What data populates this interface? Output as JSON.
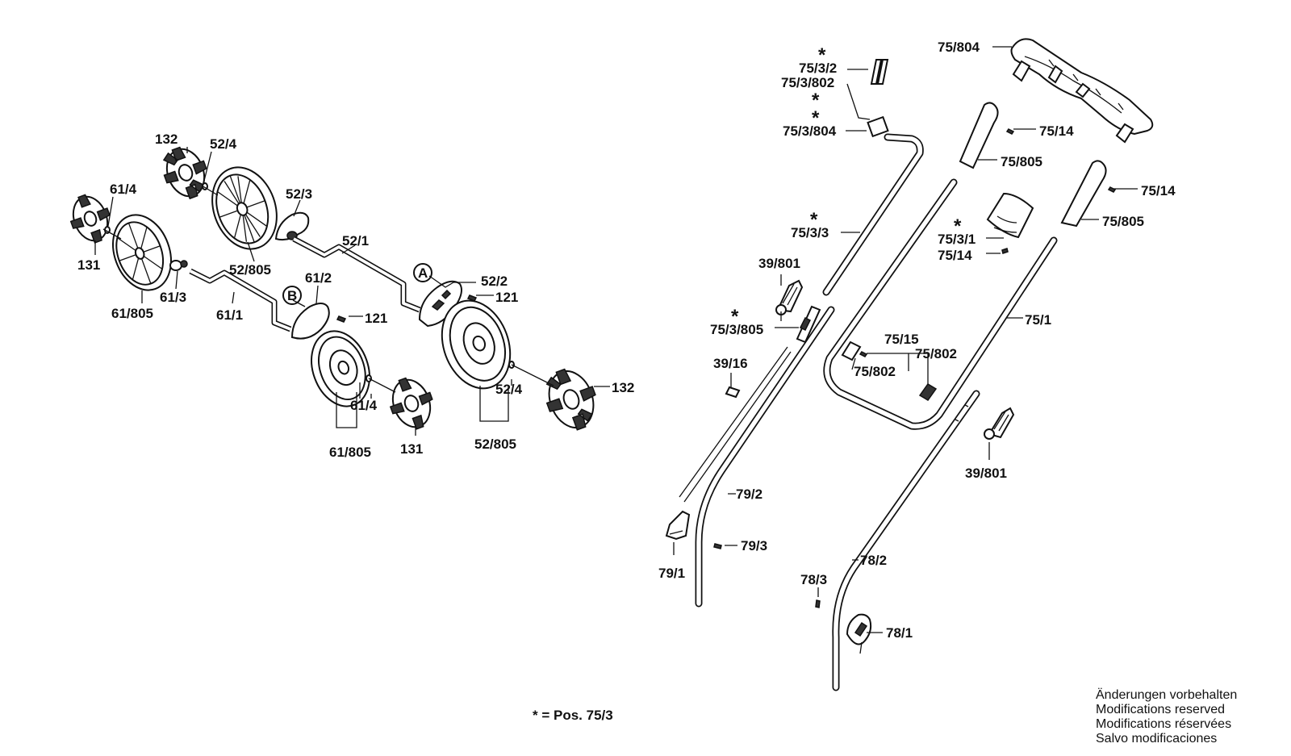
{
  "labels": {
    "l_132a": "132",
    "l_524a": "52/4",
    "l_614a": "61/4",
    "l_523": "52/3",
    "l_131a": "131",
    "l_521": "52/1",
    "l_52805a": "52/805",
    "l_A": "A",
    "l_522": "52/2",
    "l_612": "61/2",
    "l_121a": "121",
    "l_613": "61/3",
    "l_B": "B",
    "l_121b": "121",
    "l_61805a": "61/805",
    "l_611": "61/1",
    "l_132b": "132",
    "l_524b": "52/4",
    "l_614b": "61/4",
    "l_61805b": "61/805",
    "l_131b": "131",
    "l_52805b": "52/805",
    "l_7532": "75/3/2",
    "l_753802": "75/3/802",
    "l_753804": "75/3/804",
    "l_75804": "75/804",
    "l_7514a": "75/14",
    "l_75805a": "75/805",
    "l_7514b": "75/14",
    "l_75805b": "75/805",
    "l_7533": "75/3/3",
    "l_7531": "75/3/1",
    "l_7514c": "75/14",
    "l_39801a": "39/801",
    "l_751": "75/1",
    "l_753805": "75/3/805",
    "l_7515": "75/15",
    "l_75802a": "75/802",
    "l_75802b": "75/802",
    "l_3916": "39/16",
    "l_39801b": "39/801",
    "l_792": "79/2",
    "l_793": "79/3",
    "l_791": "79/1",
    "l_783": "78/3",
    "l_782": "78/2",
    "l_781": "78/1"
  },
  "asterisk": "*",
  "legend": "* = Pos. 75/3",
  "notes": [
    "Änderungen vorbehalten",
    "Modifications reserved",
    "Modifications réservées",
    "Salvo modificaciones"
  ]
}
